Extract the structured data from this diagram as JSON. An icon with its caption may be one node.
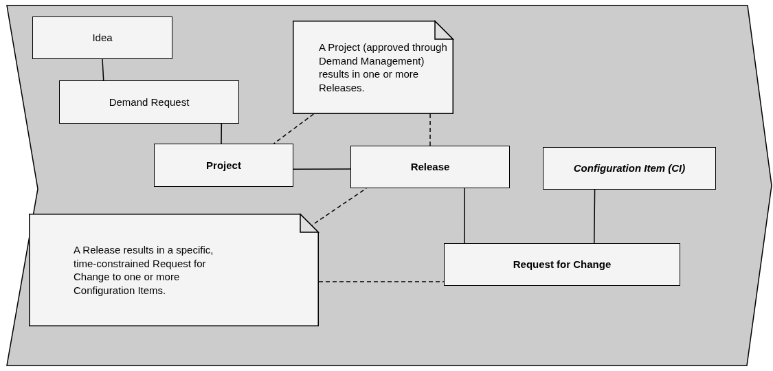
{
  "diagram": {
    "nodes": [
      {
        "text": [
          "Idea"
        ]
      },
      {
        "text": [
          "Demand Request"
        ]
      },
      {
        "text": [
          "Project"
        ]
      },
      {
        "text": [
          "A Project (approved through Demand Management) results in one or more Releases."
        ]
      },
      {
        "text": [
          "Release"
        ]
      },
      {
        "text": [
          "Configuration Item (CI)"
        ]
      },
      {
        "text": [
          "A Release results in a specific, time-constrained Request for Change to one or more Configuration Items."
        ]
      },
      {
        "text": [
          "Request for Change"
        ]
      }
    ],
    "edges": [
      {
        "from": 0,
        "to": 1,
        "arrow": "none"
      },
      {
        "from": 1,
        "to": 2,
        "arrow": "none"
      },
      {
        "from": 2,
        "to": 4,
        "arrow": "none"
      },
      {
        "from": 3,
        "to": 2,
        "arrow": "none",
        "style": "dashed"
      },
      {
        "from": 3,
        "to": 4,
        "arrow": "none",
        "style": "dashed"
      },
      {
        "from": 6,
        "to": 4,
        "arrow": "none",
        "style": "dashed"
      },
      {
        "from": 6,
        "to": 7,
        "arrow": "none",
        "style": "dashed"
      },
      {
        "from": 4,
        "to": 7,
        "arrow": "none"
      },
      {
        "from": 5,
        "to": 7,
        "arrow": "none"
      }
    ]
  }
}
